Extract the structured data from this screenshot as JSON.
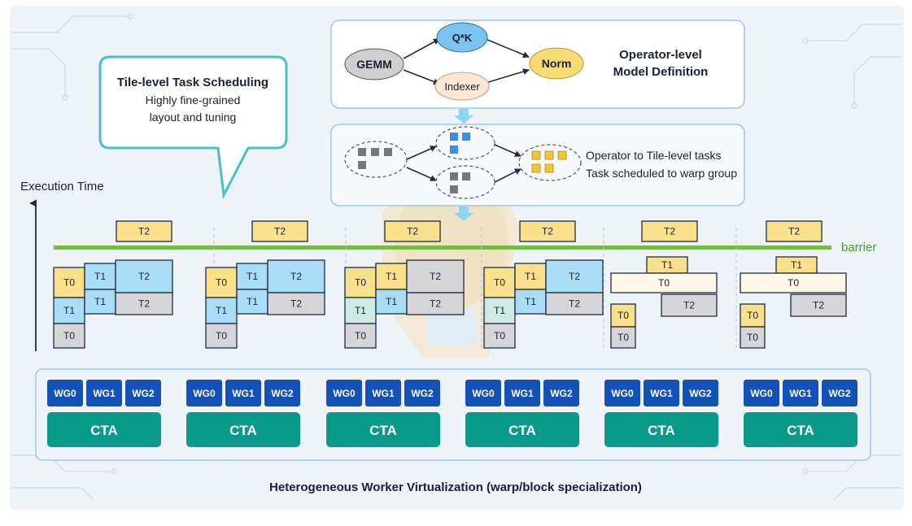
{
  "colors": {
    "panel_bg": "#eef3f8",
    "node_gray": "#cfcfcf",
    "node_blue": "#7cc4f0",
    "node_peach": "#fde6d2",
    "node_yellow": "#f6dc72",
    "task_yellow": "#f8e08c",
    "task_blue": "#a9dcf7",
    "task_gray": "#d6d6d8",
    "task_cream": "#fdf7e7",
    "task_teal": "#cdebe4",
    "barrier_green": "#76b947",
    "wg_blue": "#1452b8",
    "cta_teal": "#0a9a8a",
    "container_stroke": "#9ec7e6",
    "arrow_light_blue": "#8fd3f4"
  },
  "callout": {
    "title": "Tile-level Task Scheduling",
    "line1": "Highly fine-grained",
    "line2": "layout and tuning"
  },
  "operator_graph": {
    "nodes": {
      "gemm": "GEMM",
      "qk": "Q*K",
      "indexer": "Indexer",
      "norm": "Norm"
    },
    "label_line1": "Operator-level",
    "label_line2": "Model Definition"
  },
  "tile_graph": {
    "label_line1": "Operator to Tile-level tasks",
    "label_line2": "Task scheduled to warp group"
  },
  "axis": {
    "label": "Execution Time"
  },
  "barrier": {
    "label": "barrier"
  },
  "task_labels": {
    "t0": "T0",
    "t1": "T1",
    "t2": "T2"
  },
  "workers": {
    "wg_labels": [
      "WG0",
      "WG1",
      "WG2"
    ],
    "cta_label": "CTA"
  },
  "footer": {
    "caption": "Heterogeneous Worker Virtualization (warp/block specialization)"
  }
}
